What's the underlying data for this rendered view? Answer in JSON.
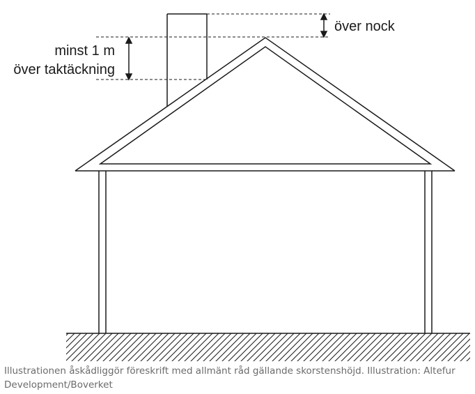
{
  "diagram": {
    "label_above_ridge": "över nock",
    "label_above_roof_line1": "minst 1 m",
    "label_above_roof_line2": "över taktäckning"
  },
  "caption": {
    "text": "Illustrationen åskådliggör föreskrift med allmänt råd gällande skorstenshöjd. Illustration: Altefur Development/Boverket"
  },
  "colors": {
    "line": "#1a1a1a",
    "caption_text": "#6b6b6b",
    "background": "#ffffff"
  }
}
